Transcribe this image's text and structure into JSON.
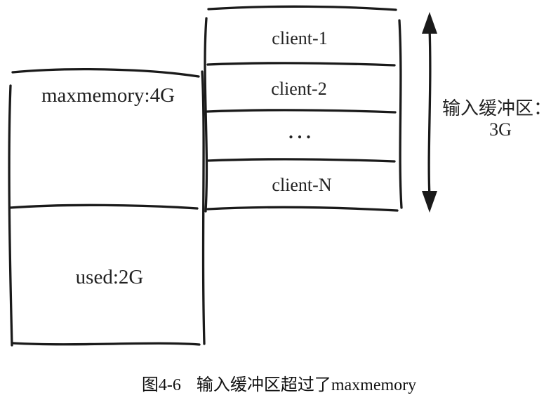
{
  "diagram": {
    "memory_box": {
      "maxmemory_label": "maxmemory:4G",
      "used_label": "used:2G"
    },
    "client_stack": {
      "rows": [
        "client-1",
        "client-2",
        "...",
        "client-N"
      ]
    },
    "buffer_arrow": {
      "label_line1": "输入缓冲区：",
      "label_line2": "3G"
    },
    "caption": {
      "figure_number": "图4-6",
      "title": "输入缓冲区超过了maxmemory"
    }
  },
  "colors": {
    "ink": "#1a1a1a",
    "background": "#ffffff"
  }
}
